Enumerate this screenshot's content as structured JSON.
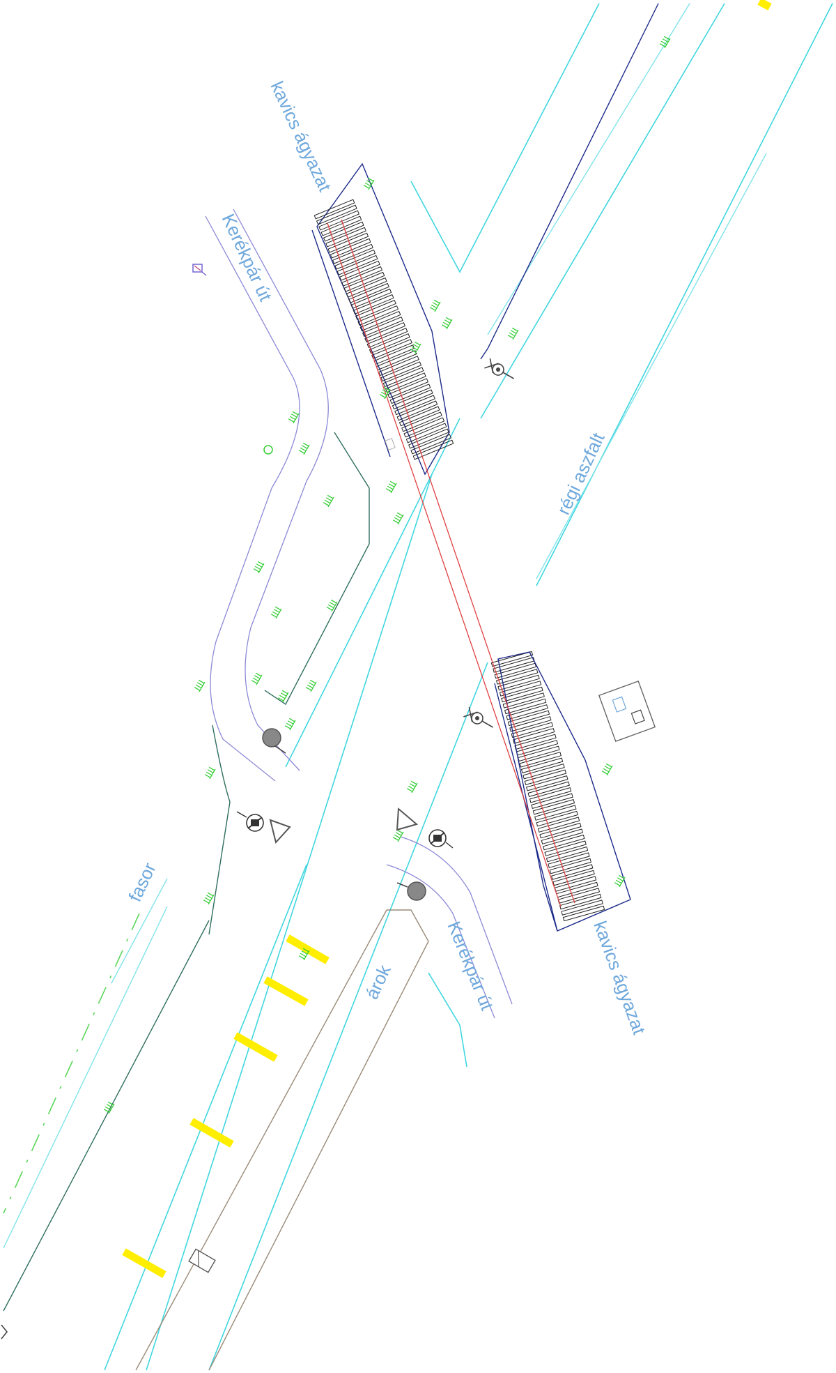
{
  "drawing": {
    "labels": {
      "kavics_top": "kavics ágyazat",
      "kavics_bottom": "kavics ágyazat",
      "kerekpar_top": "Kerékpár út",
      "kerekpar_bottom": "Kerékpár út",
      "regi_aszfalt": "régi aszfalt",
      "arok": "árok",
      "fasor": "fasor"
    },
    "colors": {
      "label": "#6fa8dc",
      "road_edge": "#3fd6df",
      "rail": "#e04040",
      "ballast_edge": "#1c2a8a",
      "bike_path": "#8b88d6",
      "grass": "#2ecc2e",
      "marking": "#ffee00",
      "ditch": "#9a8a78"
    },
    "icons": [
      "level-crossing-signal-icon",
      "stop-sign-icon",
      "give-way-sign-icon",
      "no-overtaking-sign-icon",
      "utility-box-icon",
      "camera-marker-icon"
    ]
  }
}
